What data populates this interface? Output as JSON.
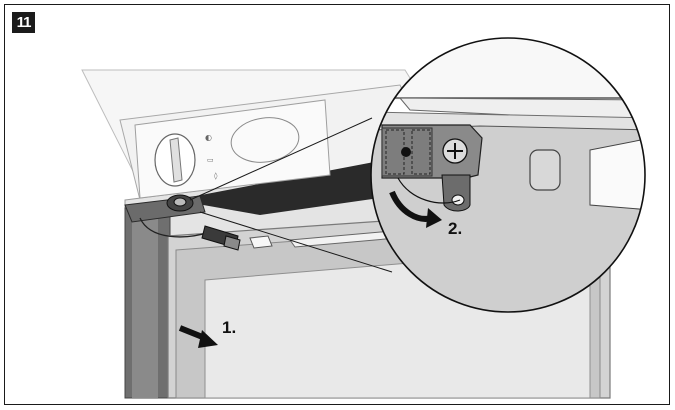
{
  "figure": {
    "step_number": "11",
    "callouts": {
      "step1_label": "1.",
      "step2_label": "2."
    }
  }
}
